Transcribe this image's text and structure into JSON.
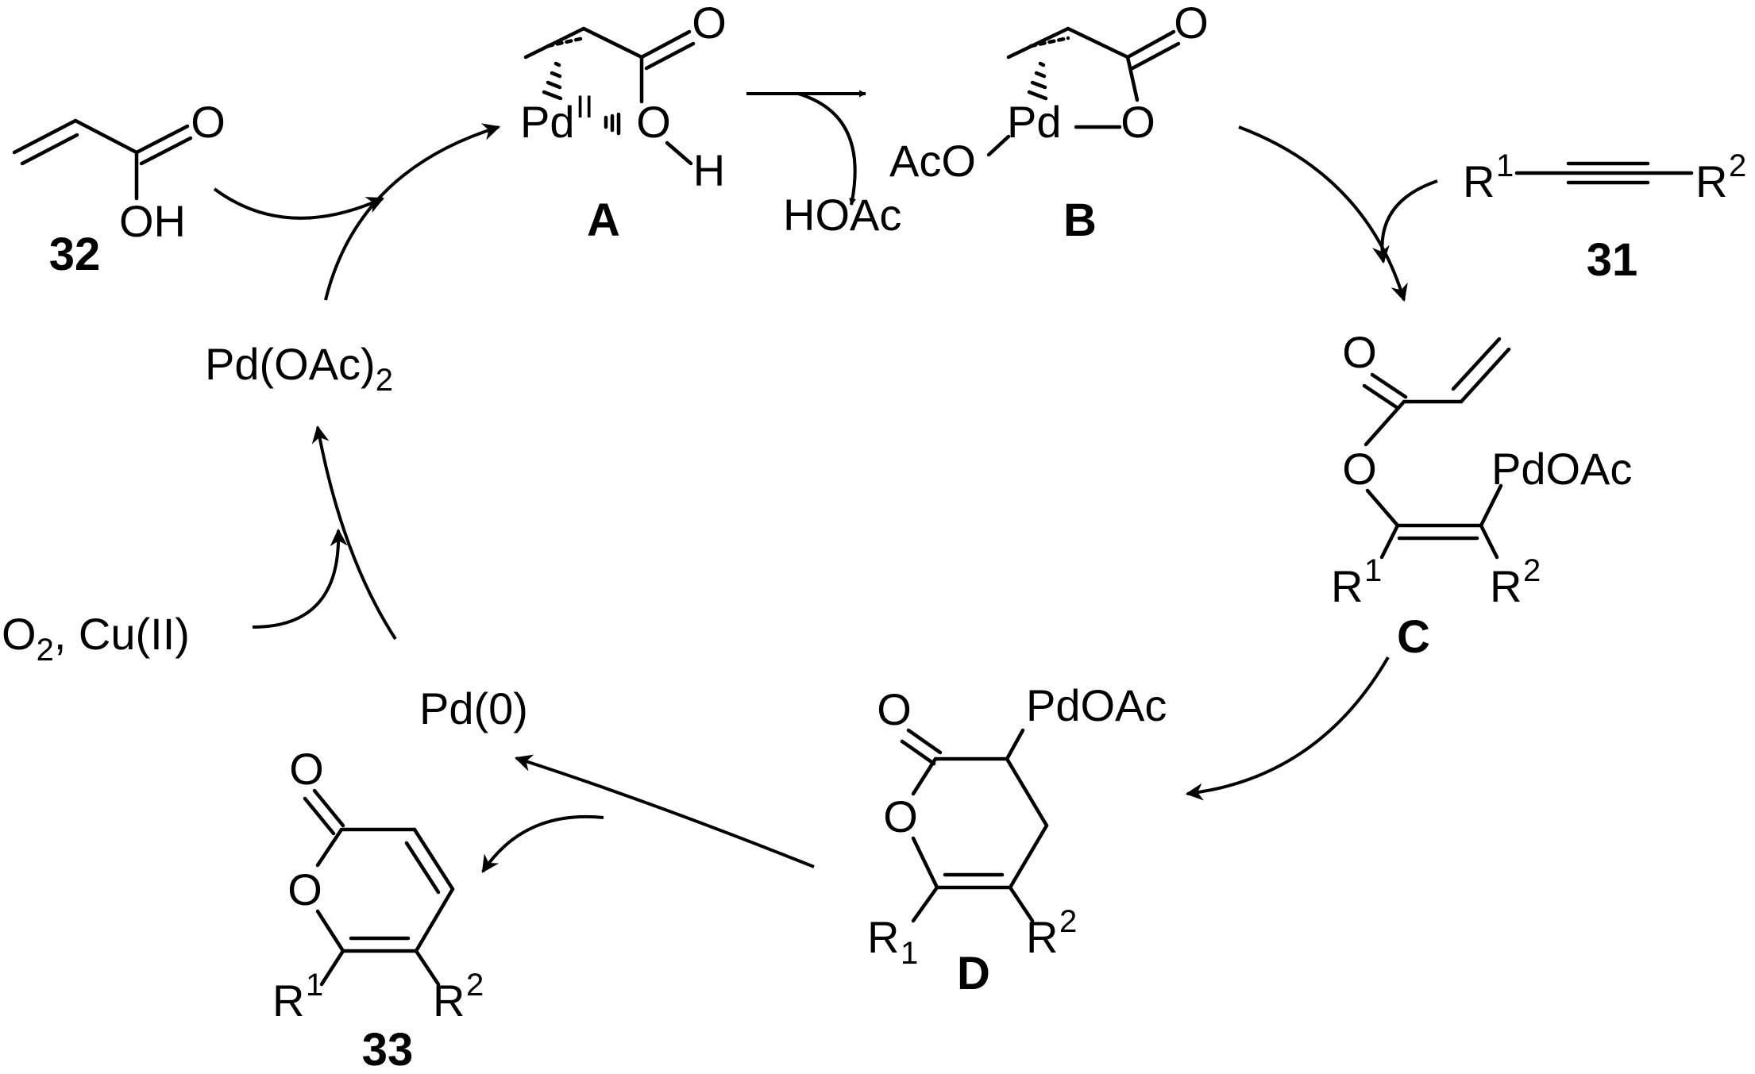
{
  "compounds": {
    "c32": {
      "label": "32",
      "carbonyl_o": "O",
      "hydroxyl": "OH"
    },
    "a": {
      "label": "A",
      "metal": "Pd",
      "metal_ox": "II",
      "carbonyl_o": "O",
      "ligand_o": "O",
      "h": "H"
    },
    "b": {
      "label": "B",
      "metal": "Pd",
      "carbonyl_o": "O",
      "ring_o": "O",
      "aco": "AcO"
    },
    "hoac": "HOAc",
    "c31": {
      "label": "31",
      "r1": "R",
      "r1_sup": "1",
      "r2": "R",
      "r2_sup": "2"
    },
    "c": {
      "label": "C",
      "carbonyl_o": "O",
      "ester_o": "O",
      "pdoac": "PdOAc",
      "r1": "R",
      "r1_sup": "1",
      "r2": "R",
      "r2_sup": "2"
    },
    "d": {
      "label": "D",
      "carbonyl_o": "O",
      "ring_o": "O",
      "pdoac": "PdOAc",
      "r1": "R",
      "r1_sub": "1",
      "r2": "R",
      "r2_sup": "2"
    },
    "c33": {
      "label": "33",
      "carbonyl_o": "O",
      "ring_o": "O",
      "r1": "R",
      "r1_sup": "1",
      "r2": "R",
      "r2_sup": "2"
    },
    "pd0": "Pd(0)",
    "pdoac2": {
      "main": "Pd(OAc)",
      "sub": "2"
    },
    "oxidant": {
      "o": "O",
      "o_sub": "2",
      "rest": ", Cu(II)"
    }
  }
}
